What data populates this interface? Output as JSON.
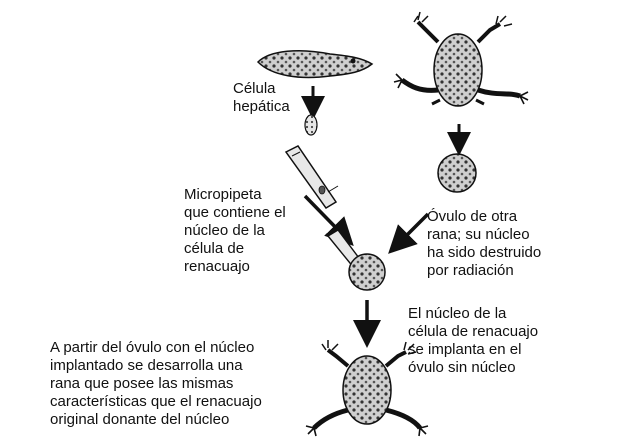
{
  "labels": {
    "celula_hepatica": "Célula\nhepática",
    "micropipeta": "Micropipeta\n que contiene el\nnúcleo de la\n célula de\n renacuajo",
    "ovulo": "Óvulo de otra\nrana; su núcleo\nha sido destruido\npor radiación",
    "implante": "El núcleo de la\ncélula de renacuajo\nse implanta en el\nóvulo sin núcleo",
    "resultado": "A partir del óvulo con el núcleo\nimplantado se desarrolla una\nrana que posee las mismas\ncaracterísticas que el renacuajo\noriginal donante del núcleo"
  },
  "colors": {
    "ink": "#111111",
    "shade": "#555555",
    "paper": "#ffffff"
  }
}
